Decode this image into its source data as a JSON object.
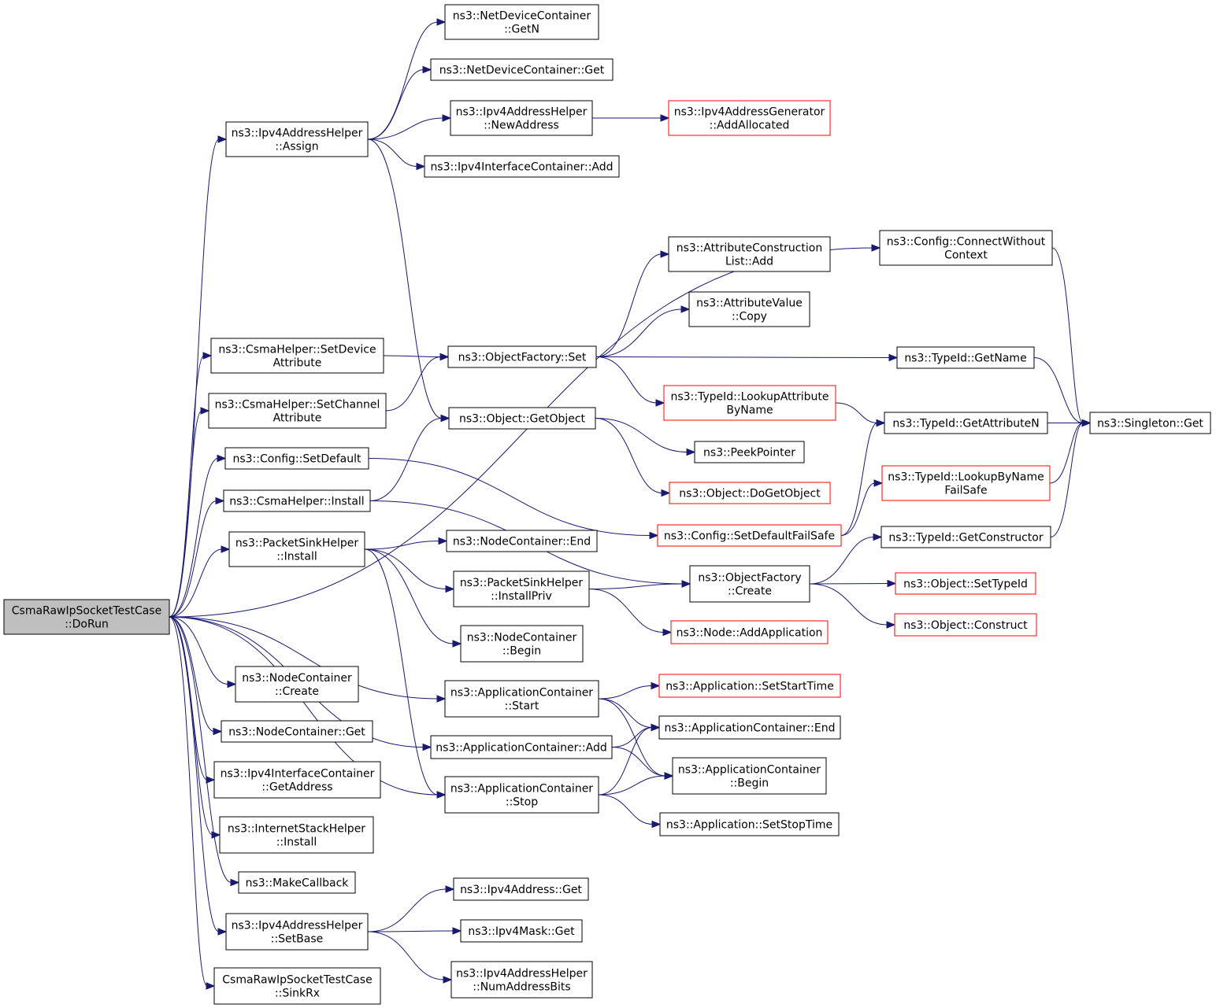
{
  "colors": {
    "edge": "#191970",
    "root_fill": "#bfbfbf",
    "truncated_border": "#ff0000",
    "normal_border": "#000000"
  },
  "nodes": [
    {
      "id": "root",
      "lines": [
        "CsmaRawIpSocketTestCase",
        "::DoRun"
      ],
      "style": "root"
    },
    {
      "id": "ipv4ah_assign",
      "lines": [
        "ns3::Ipv4AddressHelper",
        "::Assign"
      ]
    },
    {
      "id": "ndc_getn",
      "lines": [
        "ns3::NetDeviceContainer",
        "::GetN"
      ]
    },
    {
      "id": "ndc_get",
      "lines": [
        "ns3::NetDeviceContainer::Get"
      ]
    },
    {
      "id": "ipv4ah_newaddr",
      "lines": [
        "ns3::Ipv4AddressHelper",
        "::NewAddress"
      ]
    },
    {
      "id": "ipv4ag_addalloc",
      "lines": [
        "ns3::Ipv4AddressGenerator",
        "::AddAllocated"
      ],
      "style": "truncated"
    },
    {
      "id": "ipv4ic_add",
      "lines": [
        "ns3::Ipv4InterfaceContainer::Add"
      ]
    },
    {
      "id": "cfg_connect",
      "lines": [
        "ns3::Config::ConnectWithout",
        "Context"
      ]
    },
    {
      "id": "attrconst_add",
      "lines": [
        "ns3::AttributeConstruction",
        "List::Add"
      ]
    },
    {
      "id": "attrval_copy",
      "lines": [
        "ns3::AttributeValue",
        "::Copy"
      ]
    },
    {
      "id": "csma_setdevattr",
      "lines": [
        "ns3::CsmaHelper::SetDevice",
        "Attribute"
      ]
    },
    {
      "id": "objfac_set",
      "lines": [
        "ns3::ObjectFactory::Set"
      ]
    },
    {
      "id": "typeid_getname",
      "lines": [
        "ns3::TypeId::GetName"
      ]
    },
    {
      "id": "typeid_lookupattr",
      "lines": [
        "ns3::TypeId::LookupAttribute",
        "ByName"
      ],
      "style": "truncated"
    },
    {
      "id": "csma_setchanattr",
      "lines": [
        "ns3::CsmaHelper::SetChannel",
        "Attribute"
      ]
    },
    {
      "id": "object_getobject",
      "lines": [
        "ns3::Object::GetObject"
      ]
    },
    {
      "id": "typeid_getattrn",
      "lines": [
        "ns3::TypeId::GetAttributeN"
      ]
    },
    {
      "id": "singleton_get",
      "lines": [
        "ns3::Singleton::Get"
      ]
    },
    {
      "id": "cfg_setdefault",
      "lines": [
        "ns3::Config::SetDefault"
      ]
    },
    {
      "id": "peekpointer",
      "lines": [
        "ns3::PeekPointer"
      ]
    },
    {
      "id": "object_dogetobject",
      "lines": [
        "ns3::Object::DoGetObject"
      ],
      "style": "truncated"
    },
    {
      "id": "typeid_lookupbyname",
      "lines": [
        "ns3::TypeId::LookupByName",
        "FailSafe"
      ],
      "style": "truncated"
    },
    {
      "id": "csma_install",
      "lines": [
        "ns3::CsmaHelper::Install"
      ]
    },
    {
      "id": "cfg_setdefaultfs",
      "lines": [
        "ns3::Config::SetDefaultFailSafe"
      ],
      "style": "truncated"
    },
    {
      "id": "psh_install",
      "lines": [
        "ns3::PacketSinkHelper",
        "::Install"
      ]
    },
    {
      "id": "nc_end",
      "lines": [
        "ns3::NodeContainer::End"
      ]
    },
    {
      "id": "typeid_getctor",
      "lines": [
        "ns3::TypeId::GetConstructor"
      ]
    },
    {
      "id": "objfac_create",
      "lines": [
        "ns3::ObjectFactory",
        "::Create"
      ]
    },
    {
      "id": "psh_installpriv",
      "lines": [
        "ns3::PacketSinkHelper",
        "::InstallPriv"
      ]
    },
    {
      "id": "object_settypeid",
      "lines": [
        "ns3::Object::SetTypeId"
      ],
      "style": "truncated"
    },
    {
      "id": "node_addapp",
      "lines": [
        "ns3::Node::AddApplication"
      ],
      "style": "truncated"
    },
    {
      "id": "object_construct",
      "lines": [
        "ns3::Object::Construct"
      ],
      "style": "truncated"
    },
    {
      "id": "nc_begin",
      "lines": [
        "ns3::NodeContainer",
        "::Begin"
      ]
    },
    {
      "id": "nc_create",
      "lines": [
        "ns3::NodeContainer",
        "::Create"
      ]
    },
    {
      "id": "appc_start",
      "lines": [
        "ns3::ApplicationContainer",
        "::Start"
      ]
    },
    {
      "id": "app_setstart",
      "lines": [
        "ns3::Application::SetStartTime"
      ],
      "style": "truncated"
    },
    {
      "id": "nc_get",
      "lines": [
        "ns3::NodeContainer::Get"
      ]
    },
    {
      "id": "appc_add",
      "lines": [
        "ns3::ApplicationContainer::Add"
      ]
    },
    {
      "id": "appc_end",
      "lines": [
        "ns3::ApplicationContainer::End"
      ]
    },
    {
      "id": "ipv4ic_getaddr",
      "lines": [
        "ns3::Ipv4InterfaceContainer",
        "::GetAddress"
      ]
    },
    {
      "id": "appc_begin",
      "lines": [
        "ns3::ApplicationContainer",
        "::Begin"
      ]
    },
    {
      "id": "appc_stop",
      "lines": [
        "ns3::ApplicationContainer",
        "::Stop"
      ]
    },
    {
      "id": "ish_install",
      "lines": [
        "ns3::InternetStackHelper",
        "::Install"
      ]
    },
    {
      "id": "app_setstop",
      "lines": [
        "ns3::Application::SetStopTime"
      ]
    },
    {
      "id": "makecallback",
      "lines": [
        "ns3::MakeCallback"
      ]
    },
    {
      "id": "ipv4addr_get",
      "lines": [
        "ns3::Ipv4Address::Get"
      ]
    },
    {
      "id": "ipv4ah_setbase",
      "lines": [
        "ns3::Ipv4AddressHelper",
        "::SetBase"
      ]
    },
    {
      "id": "ipv4mask_get",
      "lines": [
        "ns3::Ipv4Mask::Get"
      ]
    },
    {
      "id": "sinkrx",
      "lines": [
        "CsmaRawIpSocketTestCase",
        "::SinkRx"
      ]
    },
    {
      "id": "ipv4ah_numbits",
      "lines": [
        "ns3::Ipv4AddressHelper",
        "::NumAddressBits"
      ]
    }
  ],
  "edges": [
    [
      "root",
      "ipv4ah_assign"
    ],
    [
      "root",
      "cfg_connect"
    ],
    [
      "root",
      "csma_setdevattr"
    ],
    [
      "root",
      "csma_setchanattr"
    ],
    [
      "root",
      "cfg_setdefault"
    ],
    [
      "root",
      "csma_install"
    ],
    [
      "root",
      "psh_install"
    ],
    [
      "root",
      "appc_start"
    ],
    [
      "root",
      "appc_add"
    ],
    [
      "root",
      "nc_create"
    ],
    [
      "root",
      "nc_get"
    ],
    [
      "root",
      "ipv4ic_getaddr"
    ],
    [
      "root",
      "ish_install"
    ],
    [
      "root",
      "makecallback"
    ],
    [
      "root",
      "ipv4ah_setbase"
    ],
    [
      "root",
      "sinkrx"
    ],
    [
      "root",
      "appc_stop"
    ],
    [
      "ipv4ah_assign",
      "ndc_getn"
    ],
    [
      "ipv4ah_assign",
      "ndc_get"
    ],
    [
      "ipv4ah_assign",
      "ipv4ah_newaddr"
    ],
    [
      "ipv4ah_assign",
      "ipv4ic_add"
    ],
    [
      "ipv4ah_assign",
      "object_getobject"
    ],
    [
      "ipv4ah_newaddr",
      "ipv4ag_addalloc"
    ],
    [
      "cfg_connect",
      "singleton_get"
    ],
    [
      "csma_setdevattr",
      "objfac_set"
    ],
    [
      "csma_setchanattr",
      "objfac_set"
    ],
    [
      "objfac_set",
      "attrconst_add"
    ],
    [
      "objfac_set",
      "attrval_copy"
    ],
    [
      "objfac_set",
      "typeid_getname"
    ],
    [
      "objfac_set",
      "typeid_lookupattr"
    ],
    [
      "typeid_getname",
      "singleton_get"
    ],
    [
      "typeid_lookupattr",
      "typeid_getattrn"
    ],
    [
      "typeid_getattrn",
      "singleton_get"
    ],
    [
      "object_getobject",
      "peekpointer"
    ],
    [
      "object_getobject",
      "object_dogetobject"
    ],
    [
      "cfg_setdefault",
      "cfg_setdefaultfs"
    ],
    [
      "cfg_setdefaultfs",
      "typeid_getattrn"
    ],
    [
      "cfg_setdefaultfs",
      "typeid_lookupbyname"
    ],
    [
      "typeid_lookupbyname",
      "singleton_get"
    ],
    [
      "typeid_getctor",
      "singleton_get"
    ],
    [
      "csma_install",
      "object_getobject"
    ],
    [
      "csma_install",
      "objfac_create"
    ],
    [
      "psh_install",
      "nc_end"
    ],
    [
      "psh_install",
      "psh_installpriv"
    ],
    [
      "psh_install",
      "nc_begin"
    ],
    [
      "psh_install",
      "appc_stop"
    ],
    [
      "psh_installpriv",
      "objfac_create"
    ],
    [
      "psh_installpriv",
      "node_addapp"
    ],
    [
      "objfac_create",
      "typeid_getctor"
    ],
    [
      "objfac_create",
      "object_settypeid"
    ],
    [
      "objfac_create",
      "object_construct"
    ],
    [
      "appc_start",
      "app_setstart"
    ],
    [
      "appc_start",
      "appc_end"
    ],
    [
      "appc_start",
      "appc_begin"
    ],
    [
      "appc_add",
      "appc_end"
    ],
    [
      "appc_add",
      "appc_begin"
    ],
    [
      "appc_stop",
      "appc_end"
    ],
    [
      "appc_stop",
      "appc_begin"
    ],
    [
      "appc_stop",
      "app_setstop"
    ],
    [
      "ipv4ah_setbase",
      "ipv4addr_get"
    ],
    [
      "ipv4ah_setbase",
      "ipv4mask_get"
    ],
    [
      "ipv4ah_setbase",
      "ipv4ah_numbits"
    ]
  ]
}
